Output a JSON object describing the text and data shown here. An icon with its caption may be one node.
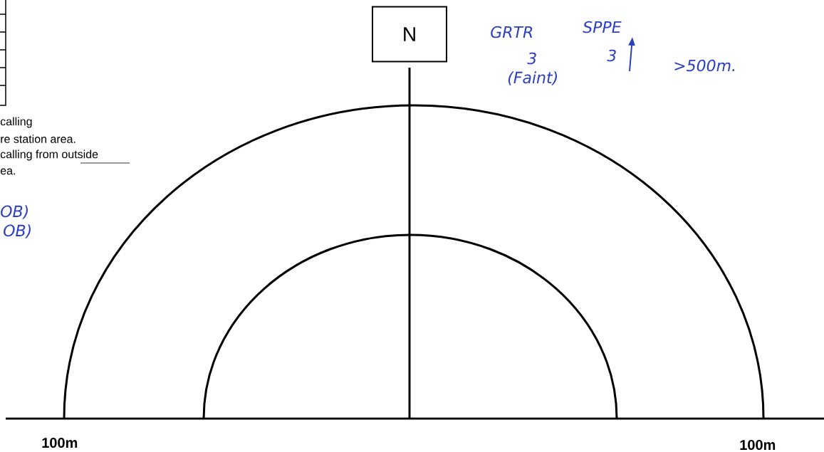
{
  "diagram": {
    "nodes": [
      {
        "text": [
          "N"
        ]
      }
    ],
    "labels": [
      "GRTR",
      "SPPE",
      "3",
      "3",
      "(Faint)",
      ">500m.",
      "calling",
      "re station area.",
      "calling from outside",
      "ea.",
      "OB)",
      "OB)",
      "100m",
      "100m"
    ]
  }
}
